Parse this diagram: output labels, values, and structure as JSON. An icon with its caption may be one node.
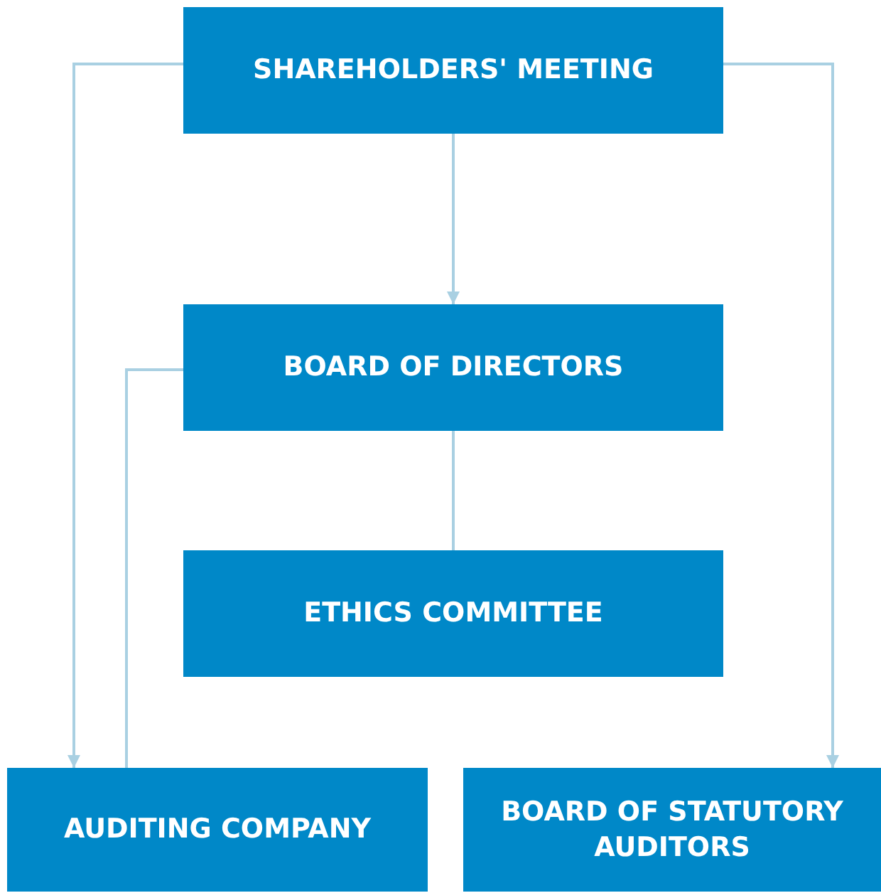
{
  "diagram": {
    "nodes": [
      {
        "text": [
          "SHAREHOLDERS' MEETING"
        ]
      },
      {
        "text": [
          "BOARD OF DIRECTORS"
        ]
      },
      {
        "text": [
          "ETHICS COMMITTEE"
        ]
      },
      {
        "text": [
          "AUDITING COMPANY"
        ]
      },
      {
        "text": [
          "BOARD OF STATUTORY AUDITORS"
        ]
      }
    ],
    "edges": [
      {
        "from": 0,
        "to": 1,
        "arrow": "to"
      },
      {
        "from": 0,
        "to": 3,
        "arrow": "to"
      },
      {
        "from": 0,
        "to": 4,
        "arrow": "to"
      },
      {
        "from": 1,
        "to": 2,
        "arrow": "none"
      },
      {
        "from": 1,
        "to": 3,
        "arrow": "none"
      }
    ]
  }
}
